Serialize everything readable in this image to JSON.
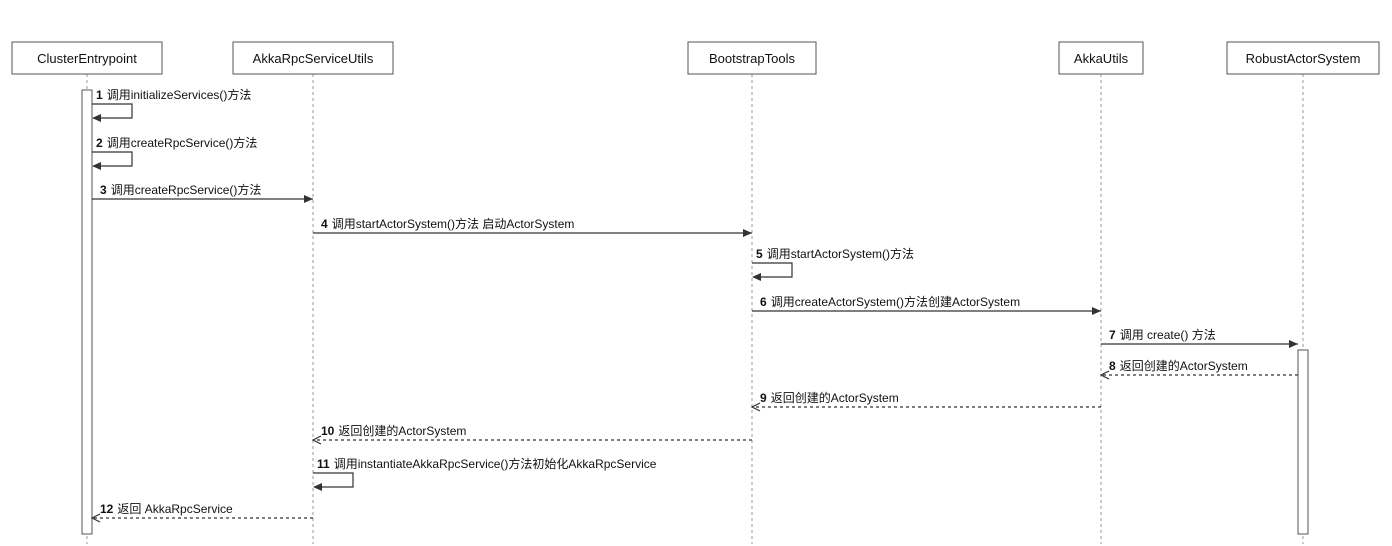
{
  "participants": [
    {
      "id": "ce",
      "name": "ClusterEntrypoint"
    },
    {
      "id": "ar",
      "name": "AkkaRpcServiceUtils"
    },
    {
      "id": "bt",
      "name": "BootstrapTools"
    },
    {
      "id": "au",
      "name": "AkkaUtils"
    },
    {
      "id": "ra",
      "name": "RobustActorSystem"
    }
  ],
  "messages": [
    {
      "num": "1",
      "label": "调用initializeServices()方法",
      "from": "ce",
      "to": "ce",
      "kind": "self"
    },
    {
      "num": "2",
      "label": "调用createRpcService()方法",
      "from": "ce",
      "to": "ce",
      "kind": "self"
    },
    {
      "num": "3",
      "label": "调用createRpcService()方法",
      "from": "ce",
      "to": "ar",
      "kind": "call"
    },
    {
      "num": "4",
      "label": "调用startActorSystem()方法 启动ActorSystem",
      "from": "ar",
      "to": "bt",
      "kind": "call"
    },
    {
      "num": "5",
      "label": "调用startActorSystem()方法",
      "from": "bt",
      "to": "bt",
      "kind": "self"
    },
    {
      "num": "6",
      "label": "调用createActorSystem()方法创建ActorSystem",
      "from": "bt",
      "to": "au",
      "kind": "call"
    },
    {
      "num": "7",
      "label": "调用 create() 方法",
      "from": "au",
      "to": "ra",
      "kind": "call"
    },
    {
      "num": "8",
      "label": "返回创建的ActorSystem",
      "from": "ra",
      "to": "au",
      "kind": "return"
    },
    {
      "num": "9",
      "label": "返回创建的ActorSystem",
      "from": "au",
      "to": "bt",
      "kind": "return"
    },
    {
      "num": "10",
      "label": "返回创建的ActorSystem",
      "from": "bt",
      "to": "ar",
      "kind": "return"
    },
    {
      "num": "11",
      "label": "调用instantiateAkkaRpcService()方法初始化AkkaRpcService",
      "from": "ar",
      "to": "ar",
      "kind": "self"
    },
    {
      "num": "12",
      "label": "返回 AkkaRpcService",
      "from": "ar",
      "to": "ce",
      "kind": "return"
    }
  ]
}
